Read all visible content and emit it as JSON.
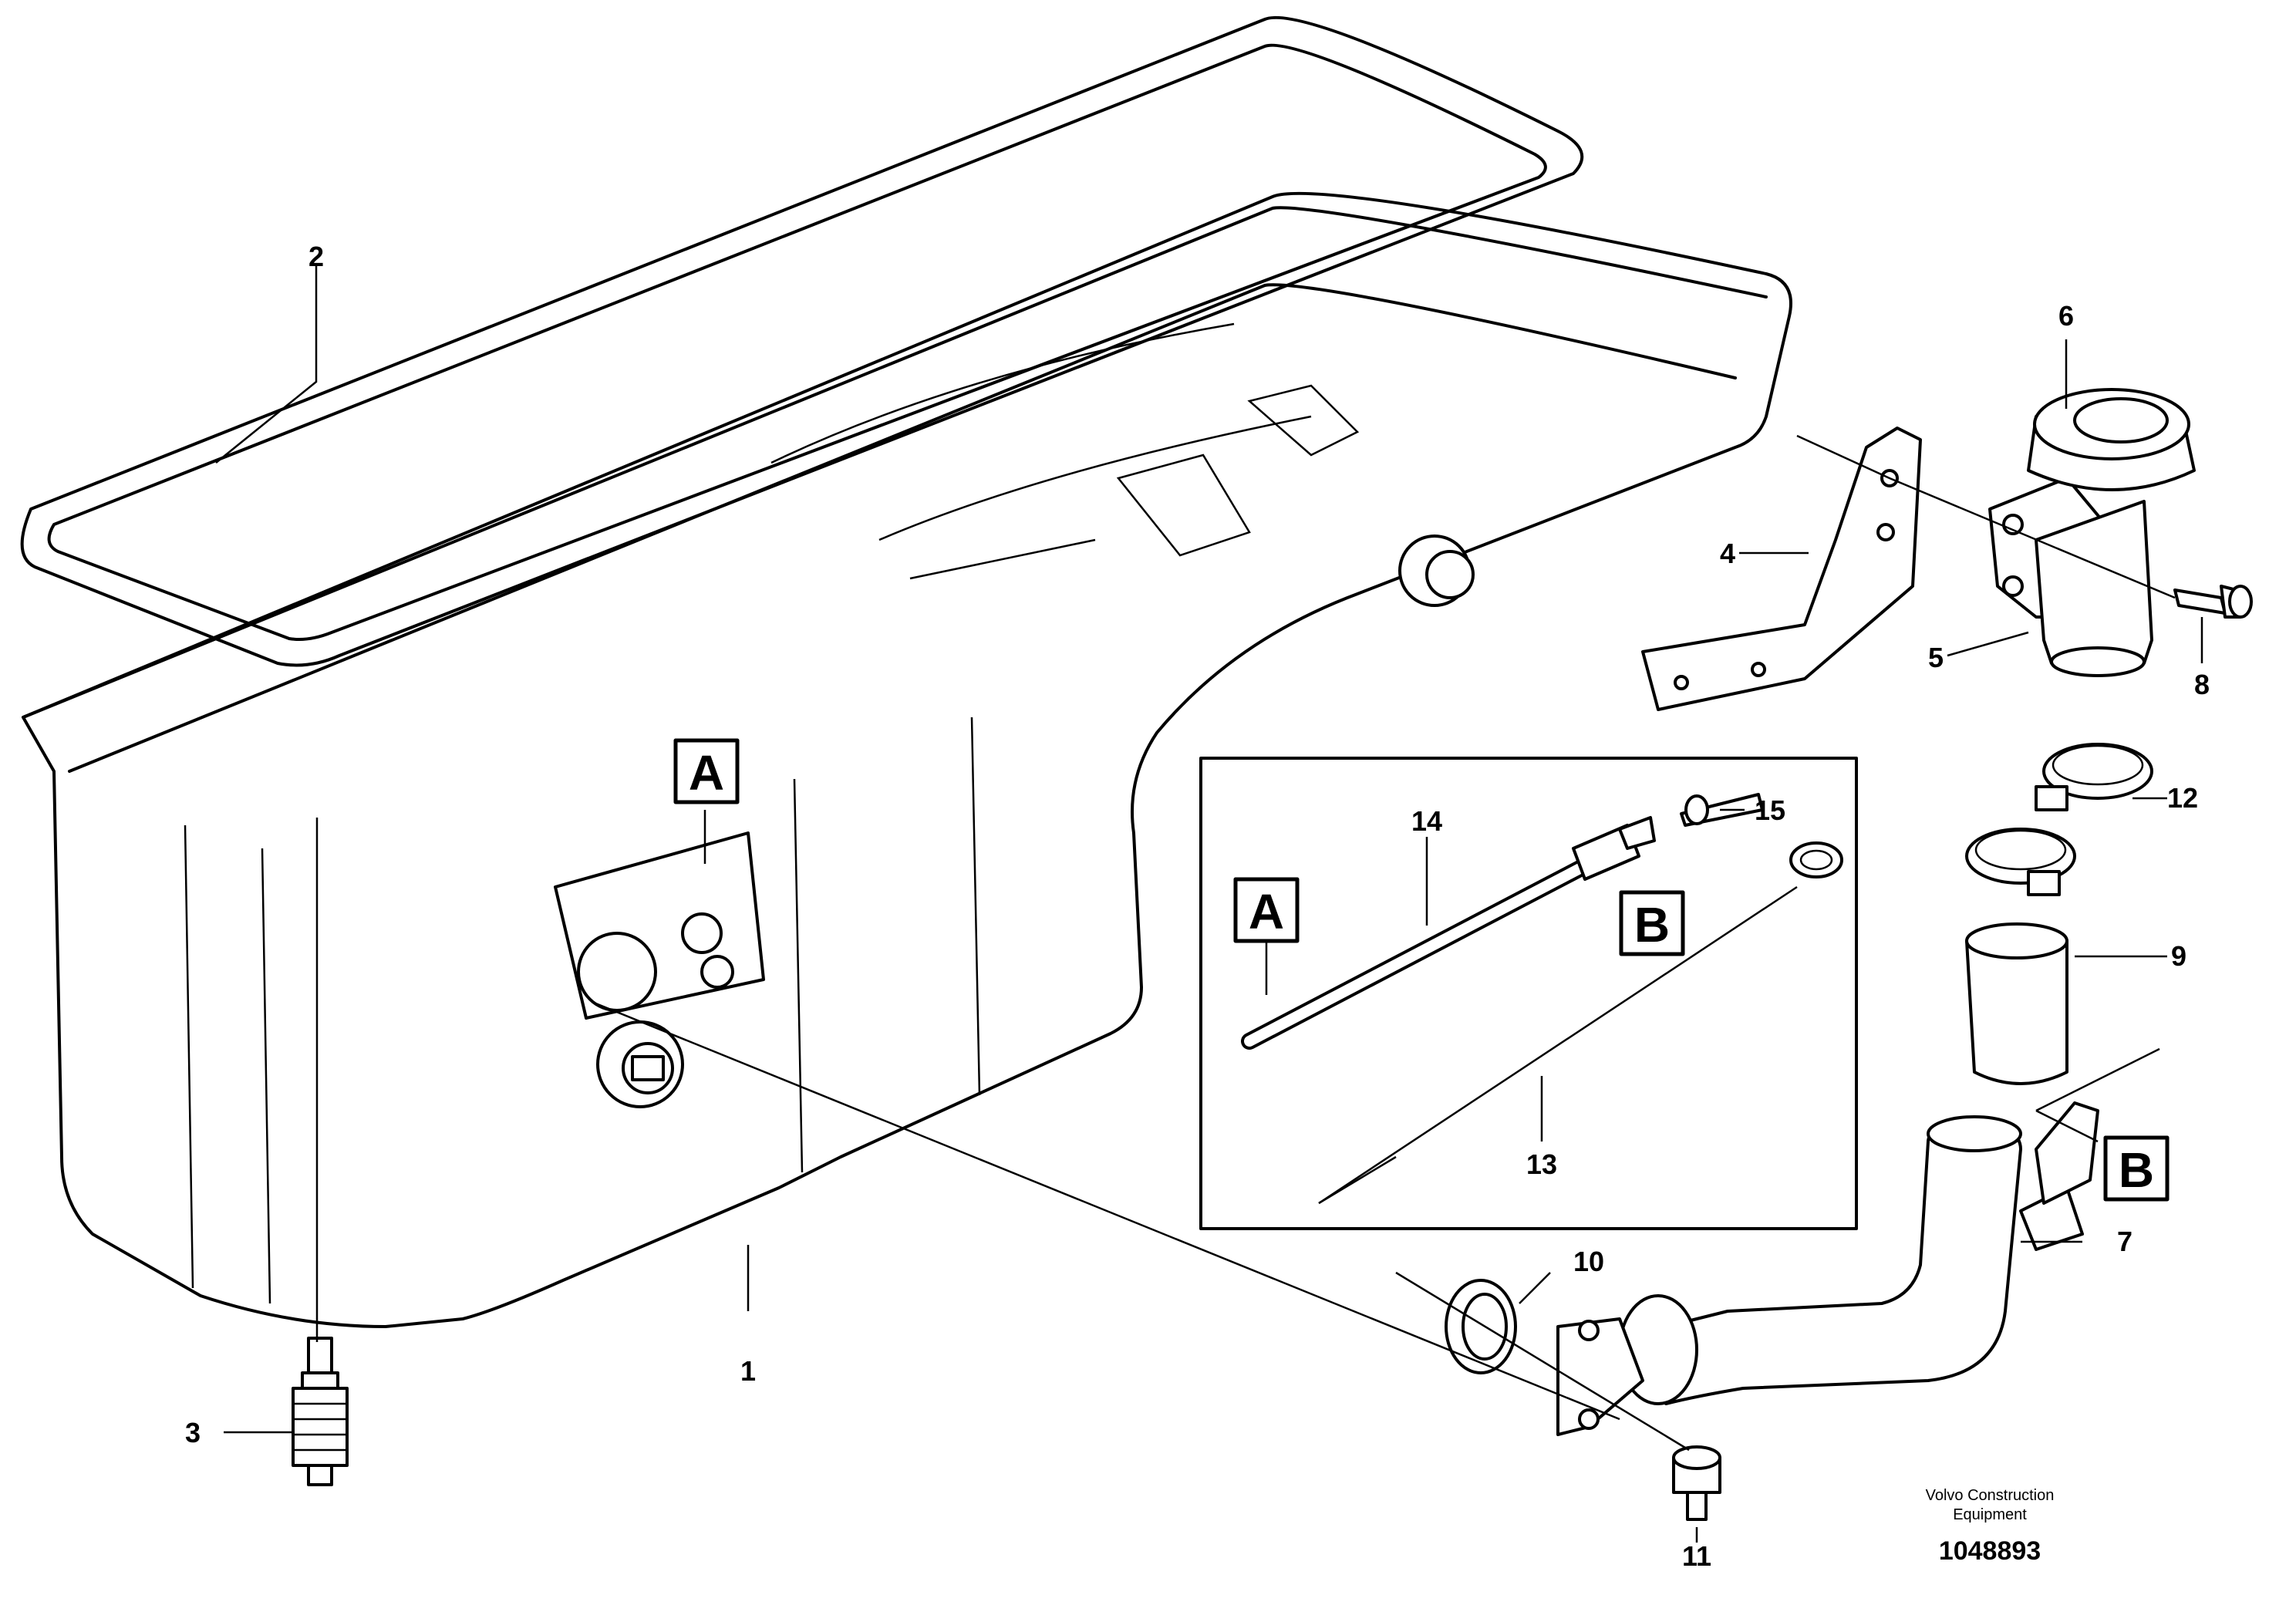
{
  "callouts": [
    "1",
    "2",
    "3",
    "4",
    "5",
    "6",
    "7",
    "8",
    "9",
    "10",
    "11",
    "12",
    "13",
    "14",
    "15"
  ],
  "ref_markers": {
    "a": "A",
    "b": "B"
  },
  "footer": {
    "company_line1": "Volvo Construction",
    "company_line2": "Equipment",
    "drawing_number": "1048893"
  }
}
